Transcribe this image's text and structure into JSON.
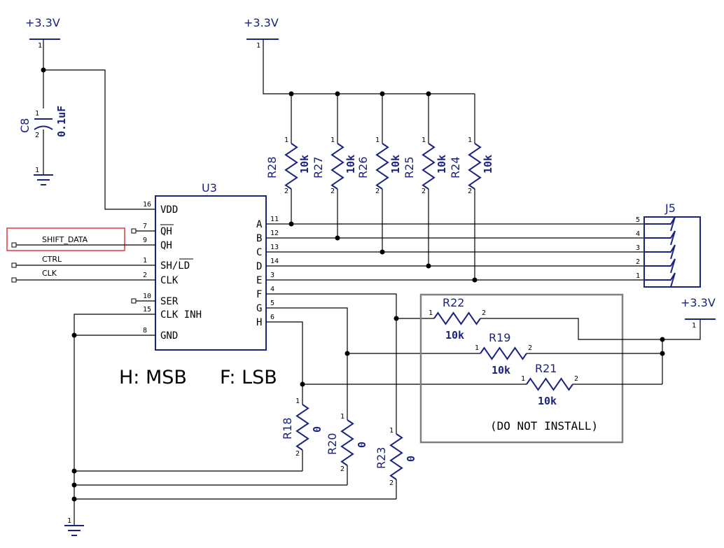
{
  "power": {
    "vcc_label": "+3.3V"
  },
  "u3": {
    "ref": "U3",
    "left_pins": [
      {
        "num": "16",
        "name": "VDD"
      },
      {
        "num": "7",
        "name": "QH"
      },
      {
        "num": "9",
        "name": "QH"
      },
      {
        "num": "1",
        "name": "SH/LD"
      },
      {
        "num": "2",
        "name": "CLK"
      },
      {
        "num": "10",
        "name": "SER"
      },
      {
        "num": "15",
        "name": "CLK INH"
      },
      {
        "num": "8",
        "name": "GND"
      }
    ],
    "right_pins": [
      {
        "num": "11",
        "name": "A"
      },
      {
        "num": "12",
        "name": "B"
      },
      {
        "num": "13",
        "name": "C"
      },
      {
        "num": "14",
        "name": "D"
      },
      {
        "num": "3",
        "name": "E"
      },
      {
        "num": "4",
        "name": "F"
      },
      {
        "num": "5",
        "name": "G"
      },
      {
        "num": "6",
        "name": "H"
      }
    ]
  },
  "c8": {
    "ref": "C8",
    "value": "0.1uF",
    "pin1": "1",
    "pin2": "2"
  },
  "gnd_pin": "1",
  "vcc_pin": "1",
  "nets": {
    "shift_data": "SHIFT_DATA",
    "ctrl": "CTRL",
    "clk": "CLK"
  },
  "pullups": [
    {
      "ref": "R28",
      "value": "10k"
    },
    {
      "ref": "R27",
      "value": "10k"
    },
    {
      "ref": "R26",
      "value": "10k"
    },
    {
      "ref": "R25",
      "value": "10k"
    },
    {
      "ref": "R24",
      "value": "10k"
    }
  ],
  "res_pin1": "1",
  "res_pin2": "2",
  "j5": {
    "ref": "J5",
    "pins": [
      "5",
      "4",
      "3",
      "2",
      "1"
    ]
  },
  "dni": [
    {
      "ref": "R22",
      "value": "10k"
    },
    {
      "ref": "R19",
      "value": "10k"
    },
    {
      "ref": "R21",
      "value": "10k"
    }
  ],
  "dni_note": "(DO NOT INSTALL)",
  "zeros": [
    {
      "ref": "R18",
      "value": "0"
    },
    {
      "ref": "R20",
      "value": "0"
    },
    {
      "ref": "R23",
      "value": "0"
    }
  ],
  "bit_note": {
    "msb": "H: MSB",
    "lsb": "F: LSB"
  }
}
